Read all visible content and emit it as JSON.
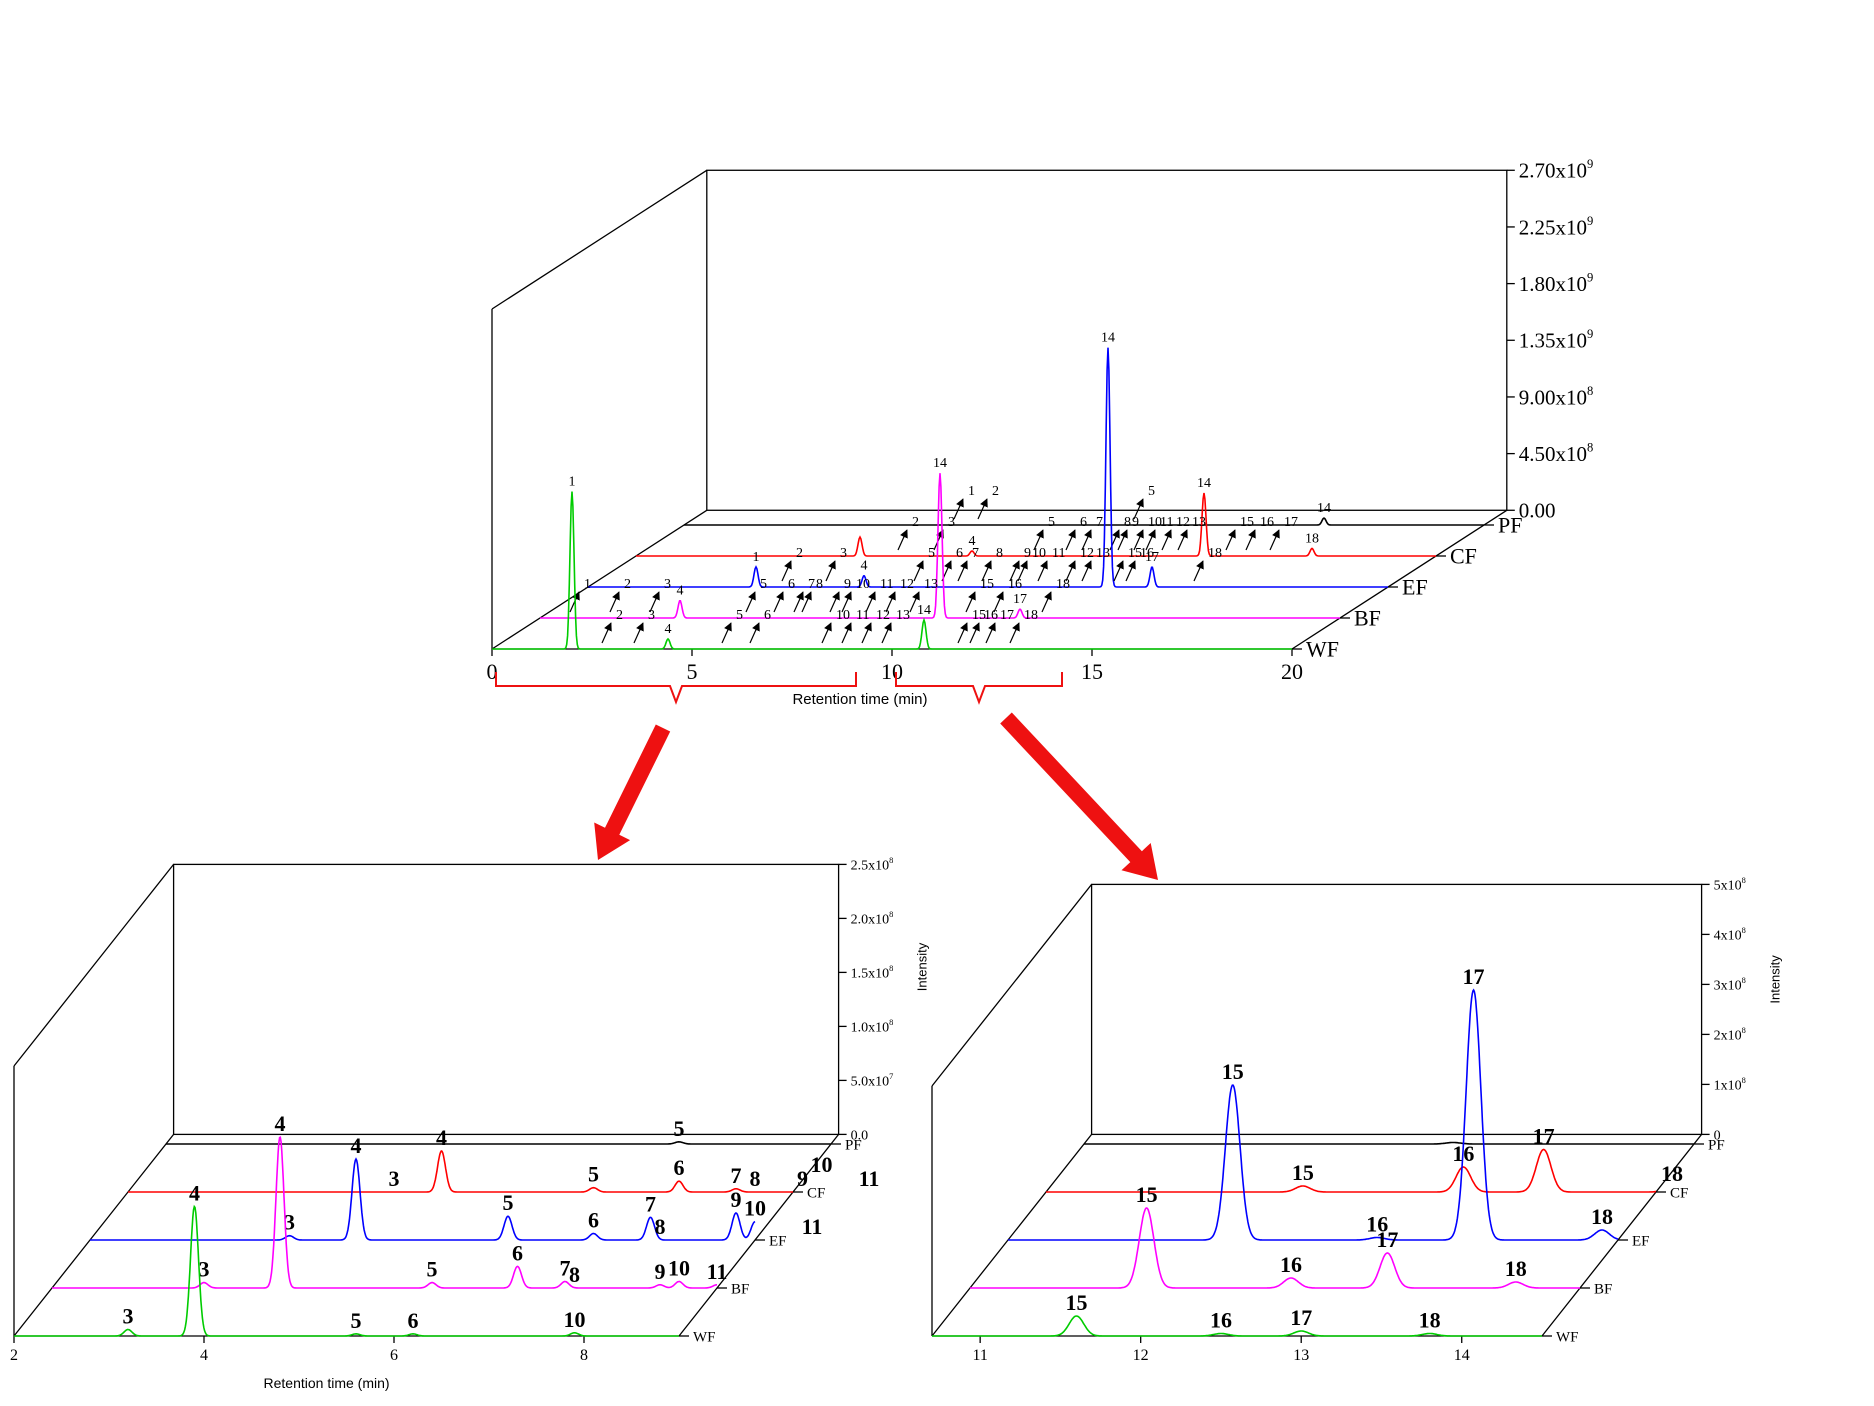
{
  "colors": {
    "PF": "#000000",
    "CF": "#ff0000",
    "EF": "#0000ff",
    "BF": "#ff00ff",
    "WF": "#00cc00",
    "arrow": "#ee1111",
    "axis": "#000000"
  },
  "chart_data": [
    {
      "type": "line",
      "panel": "main",
      "xlabel": "Retention time (min)",
      "ylabel": "",
      "xlim": [
        0,
        20
      ],
      "ylim": [
        0,
        2700000000
      ],
      "x_ticks": [
        "0",
        "5",
        "10",
        "15",
        "20"
      ],
      "y_ticks": [
        "0.00",
        "4.50x10^8",
        "9.00x10^8",
        "1.35x10^9",
        "1.80x10^9",
        "2.25x10^9",
        "2.70x10^9"
      ],
      "series": [
        {
          "name": "PF",
          "peaks": [
            {
              "label": "1",
              "x": 7.0,
              "h": 0
            },
            {
              "label": "2",
              "x": 7.6,
              "h": 0
            },
            {
              "label": "5",
              "x": 11.5,
              "h": 0
            },
            {
              "label": "14",
              "x": 16.0,
              "h": 55000000
            }
          ]
        },
        {
          "name": "CF",
          "peaks": [
            {
              "label": "",
              "x": 5.6,
              "h": 150000000
            },
            {
              "label": "2",
              "x": 6.8,
              "h": 0
            },
            {
              "label": "3",
              "x": 7.7,
              "h": 0
            },
            {
              "label": "4",
              "x": 8.4,
              "h": 40000000
            },
            {
              "label": "5",
              "x": 10.2,
              "h": 0
            },
            {
              "label": "6",
              "x": 11.0,
              "h": 0
            },
            {
              "label": "7",
              "x": 11.4,
              "h": 0
            },
            {
              "label": "8",
              "x": 12.1,
              "h": 0
            },
            {
              "label": "9",
              "x": 12.3,
              "h": 0
            },
            {
              "label": "10",
              "x": 12.7,
              "h": 0
            },
            {
              "label": "11",
              "x": 13.0,
              "h": 0
            },
            {
              "label": "12",
              "x": 13.4,
              "h": 0
            },
            {
              "label": "13",
              "x": 13.8,
              "h": 0
            },
            {
              "label": "14",
              "x": 14.2,
              "h": 500000000
            },
            {
              "label": "15",
              "x": 15.0,
              "h": 0
            },
            {
              "label": "16",
              "x": 15.5,
              "h": 0
            },
            {
              "label": "17",
              "x": 16.1,
              "h": 0
            },
            {
              "label": "18",
              "x": 16.9,
              "h": 60000000
            }
          ]
        },
        {
          "name": "EF",
          "peaks": [
            {
              "label": "1",
              "x": 4.2,
              "h": 160000000
            },
            {
              "label": "2",
              "x": 5.1,
              "h": 0
            },
            {
              "label": "3",
              "x": 6.2,
              "h": 0
            },
            {
              "label": "4",
              "x": 6.9,
              "h": 90000000
            },
            {
              "label": "5",
              "x": 8.4,
              "h": 0
            },
            {
              "label": "6",
              "x": 9.1,
              "h": 0
            },
            {
              "label": "7",
              "x": 9.5,
              "h": 0
            },
            {
              "label": "8",
              "x": 10.1,
              "h": 0
            },
            {
              "label": "9",
              "x": 10.8,
              "h": 0
            },
            {
              "label": "10",
              "x": 11.0,
              "h": 0
            },
            {
              "label": "11",
              "x": 11.5,
              "h": 0
            },
            {
              "label": "12",
              "x": 12.2,
              "h": 0
            },
            {
              "label": "13",
              "x": 12.6,
              "h": 0
            },
            {
              "label": "14",
              "x": 13.0,
              "h": 1900000000
            },
            {
              "label": "15",
              "x": 13.4,
              "h": 0
            },
            {
              "label": "16",
              "x": 13.7,
              "h": 0
            },
            {
              "label": "17",
              "x": 14.1,
              "h": 160000000
            },
            {
              "label": "18",
              "x": 15.4,
              "h": 0
            }
          ]
        },
        {
          "name": "BF",
          "peaks": [
            {
              "label": "1",
              "x": 1.0,
              "h": 0
            },
            {
              "label": "2",
              "x": 2.0,
              "h": 0
            },
            {
              "label": "3",
              "x": 3.0,
              "h": 0
            },
            {
              "label": "4",
              "x": 3.5,
              "h": 140000000
            },
            {
              "label": "5",
              "x": 5.4,
              "h": 0
            },
            {
              "label": "6",
              "x": 6.1,
              "h": 0
            },
            {
              "label": "7",
              "x": 6.6,
              "h": 0
            },
            {
              "label": "8",
              "x": 6.8,
              "h": 0
            },
            {
              "label": "9",
              "x": 7.5,
              "h": 0
            },
            {
              "label": "10",
              "x": 7.8,
              "h": 0
            },
            {
              "label": "11",
              "x": 8.4,
              "h": 0
            },
            {
              "label": "12",
              "x": 8.9,
              "h": 0
            },
            {
              "label": "13",
              "x": 9.5,
              "h": 0
            },
            {
              "label": "14",
              "x": 10.0,
              "h": 1150000000
            },
            {
              "label": "15",
              "x": 10.9,
              "h": 0
            },
            {
              "label": "16",
              "x": 11.6,
              "h": 0
            },
            {
              "label": "17",
              "x": 12.0,
              "h": 70000000
            },
            {
              "label": "18",
              "x": 12.8,
              "h": 0
            }
          ]
        },
        {
          "name": "WF",
          "peaks": [
            {
              "label": "1",
              "x": 2.0,
              "h": 1250000000
            },
            {
              "label": "2",
              "x": 3.0,
              "h": 0
            },
            {
              "label": "3",
              "x": 3.8,
              "h": 0
            },
            {
              "label": "4",
              "x": 4.4,
              "h": 80000000
            },
            {
              "label": "5",
              "x": 6.0,
              "h": 0
            },
            {
              "label": "6",
              "x": 6.7,
              "h": 0
            },
            {
              "label": "10",
              "x": 8.5,
              "h": 0
            },
            {
              "label": "11",
              "x": 9.0,
              "h": 0
            },
            {
              "label": "12",
              "x": 9.5,
              "h": 0
            },
            {
              "label": "13",
              "x": 10.0,
              "h": 0
            },
            {
              "label": "14",
              "x": 10.8,
              "h": 230000000
            },
            {
              "label": "15",
              "x": 11.9,
              "h": 0
            },
            {
              "label": "16",
              "x": 12.2,
              "h": 0
            },
            {
              "label": "17",
              "x": 12.6,
              "h": 0
            },
            {
              "label": "18",
              "x": 13.2,
              "h": 0
            }
          ]
        }
      ]
    },
    {
      "type": "line",
      "panel": "zoom-left",
      "xlabel": "Retention time (min)",
      "ylabel": "Intensity",
      "xlim": [
        2,
        9
      ],
      "ylim": [
        0,
        250000000
      ],
      "x_ticks": [
        "2",
        "4",
        "6",
        "8"
      ],
      "y_ticks": [
        "0.0",
        "5.0x10^7",
        "1.0x10^8",
        "1.5x10^8",
        "2.0x10^8",
        "2.5x10^8"
      ],
      "series": [
        {
          "name": "PF",
          "peaks": [
            {
              "label": "5",
              "x": 7.4,
              "h": 2000000
            }
          ]
        },
        {
          "name": "CF",
          "peaks": [
            {
              "label": "4",
              "x": 5.3,
              "h": 38000000
            },
            {
              "label": "3",
              "x": 4.8,
              "h": 0
            },
            {
              "label": "5",
              "x": 6.9,
              "h": 4000000
            },
            {
              "label": "6",
              "x": 7.8,
              "h": 10000000
            },
            {
              "label": "7",
              "x": 8.4,
              "h": 3000000
            },
            {
              "label": "8",
              "x": 8.6,
              "h": 0
            },
            {
              "label": "9",
              "x": 9.1,
              "h": 0
            },
            {
              "label": "10",
              "x": 9.3,
              "h": 13000000
            },
            {
              "label": "11",
              "x": 9.8,
              "h": 0
            }
          ]
        },
        {
          "name": "EF",
          "peaks": [
            {
              "label": "4",
              "x": 4.8,
              "h": 75000000
            },
            {
              "label": "3",
              "x": 4.1,
              "h": 4000000
            },
            {
              "label": "5",
              "x": 6.4,
              "h": 22000000
            },
            {
              "label": "6",
              "x": 7.3,
              "h": 6000000
            },
            {
              "label": "7",
              "x": 7.9,
              "h": 21000000
            },
            {
              "label": "8",
              "x": 8.0,
              "h": 0
            },
            {
              "label": "9",
              "x": 8.8,
              "h": 25000000
            },
            {
              "label": "10",
              "x": 9.0,
              "h": 17000000
            },
            {
              "label": "11",
              "x": 9.6,
              "h": 0
            }
          ]
        },
        {
          "name": "BF",
          "peaks": [
            {
              "label": "4",
              "x": 4.4,
              "h": 140000000
            },
            {
              "label": "3",
              "x": 3.6,
              "h": 5000000
            },
            {
              "label": "5",
              "x": 6.0,
              "h": 5000000
            },
            {
              "label": "6",
              "x": 6.9,
              "h": 20000000
            },
            {
              "label": "7",
              "x": 7.4,
              "h": 6000000
            },
            {
              "label": "8",
              "x": 7.5,
              "h": 0
            },
            {
              "label": "9",
              "x": 8.4,
              "h": 3000000
            },
            {
              "label": "10",
              "x": 8.6,
              "h": 6000000
            },
            {
              "label": "11",
              "x": 9.0,
              "h": 3000000
            }
          ]
        },
        {
          "name": "WF",
          "peaks": [
            {
              "label": "4",
              "x": 3.9,
              "h": 120000000
            },
            {
              "label": "3",
              "x": 3.2,
              "h": 6000000
            },
            {
              "label": "5",
              "x": 5.6,
              "h": 2000000
            },
            {
              "label": "6",
              "x": 6.2,
              "h": 2000000
            },
            {
              "label": "10",
              "x": 7.9,
              "h": 3000000
            }
          ]
        }
      ]
    },
    {
      "type": "line",
      "panel": "zoom-right",
      "xlabel": "",
      "ylabel": "Intensity",
      "xlim": [
        10.7,
        14.5
      ],
      "ylim": [
        0,
        500000000
      ],
      "x_ticks": [
        "11",
        "12",
        "13",
        "14"
      ],
      "y_ticks": [
        "0",
        "1x10^8",
        "2x10^8",
        "3x10^8",
        "4x10^8",
        "5x10^8"
      ],
      "series": [
        {
          "name": "PF",
          "peaks": [
            {
              "label": "",
              "x": 13.0,
              "h": 3000000
            }
          ]
        },
        {
          "name": "CF",
          "peaks": [
            {
              "label": "15",
              "x": 12.3,
              "h": 12000000
            },
            {
              "label": "16",
              "x": 13.3,
              "h": 50000000
            },
            {
              "label": "17",
              "x": 13.8,
              "h": 85000000
            },
            {
              "label": "18",
              "x": 14.6,
              "h": 10000000
            }
          ]
        },
        {
          "name": "EF",
          "peaks": [
            {
              "label": "15",
              "x": 12.1,
              "h": 310000000
            },
            {
              "label": "16",
              "x": 13.0,
              "h": 5000000
            },
            {
              "label": "17",
              "x": 13.6,
              "h": 500000000
            },
            {
              "label": "18",
              "x": 14.4,
              "h": 20000000
            }
          ]
        },
        {
          "name": "BF",
          "peaks": [
            {
              "label": "15",
              "x": 11.8,
              "h": 160000000
            },
            {
              "label": "16",
              "x": 12.7,
              "h": 20000000
            },
            {
              "label": "17",
              "x": 13.3,
              "h": 70000000
            },
            {
              "label": "18",
              "x": 14.1,
              "h": 12000000
            }
          ]
        },
        {
          "name": "WF",
          "peaks": [
            {
              "label": "15",
              "x": 11.6,
              "h": 40000000
            },
            {
              "label": "16",
              "x": 12.5,
              "h": 5000000
            },
            {
              "label": "17",
              "x": 13.0,
              "h": 10000000
            },
            {
              "label": "18",
              "x": 13.8,
              "h": 5000000
            }
          ]
        }
      ]
    }
  ]
}
